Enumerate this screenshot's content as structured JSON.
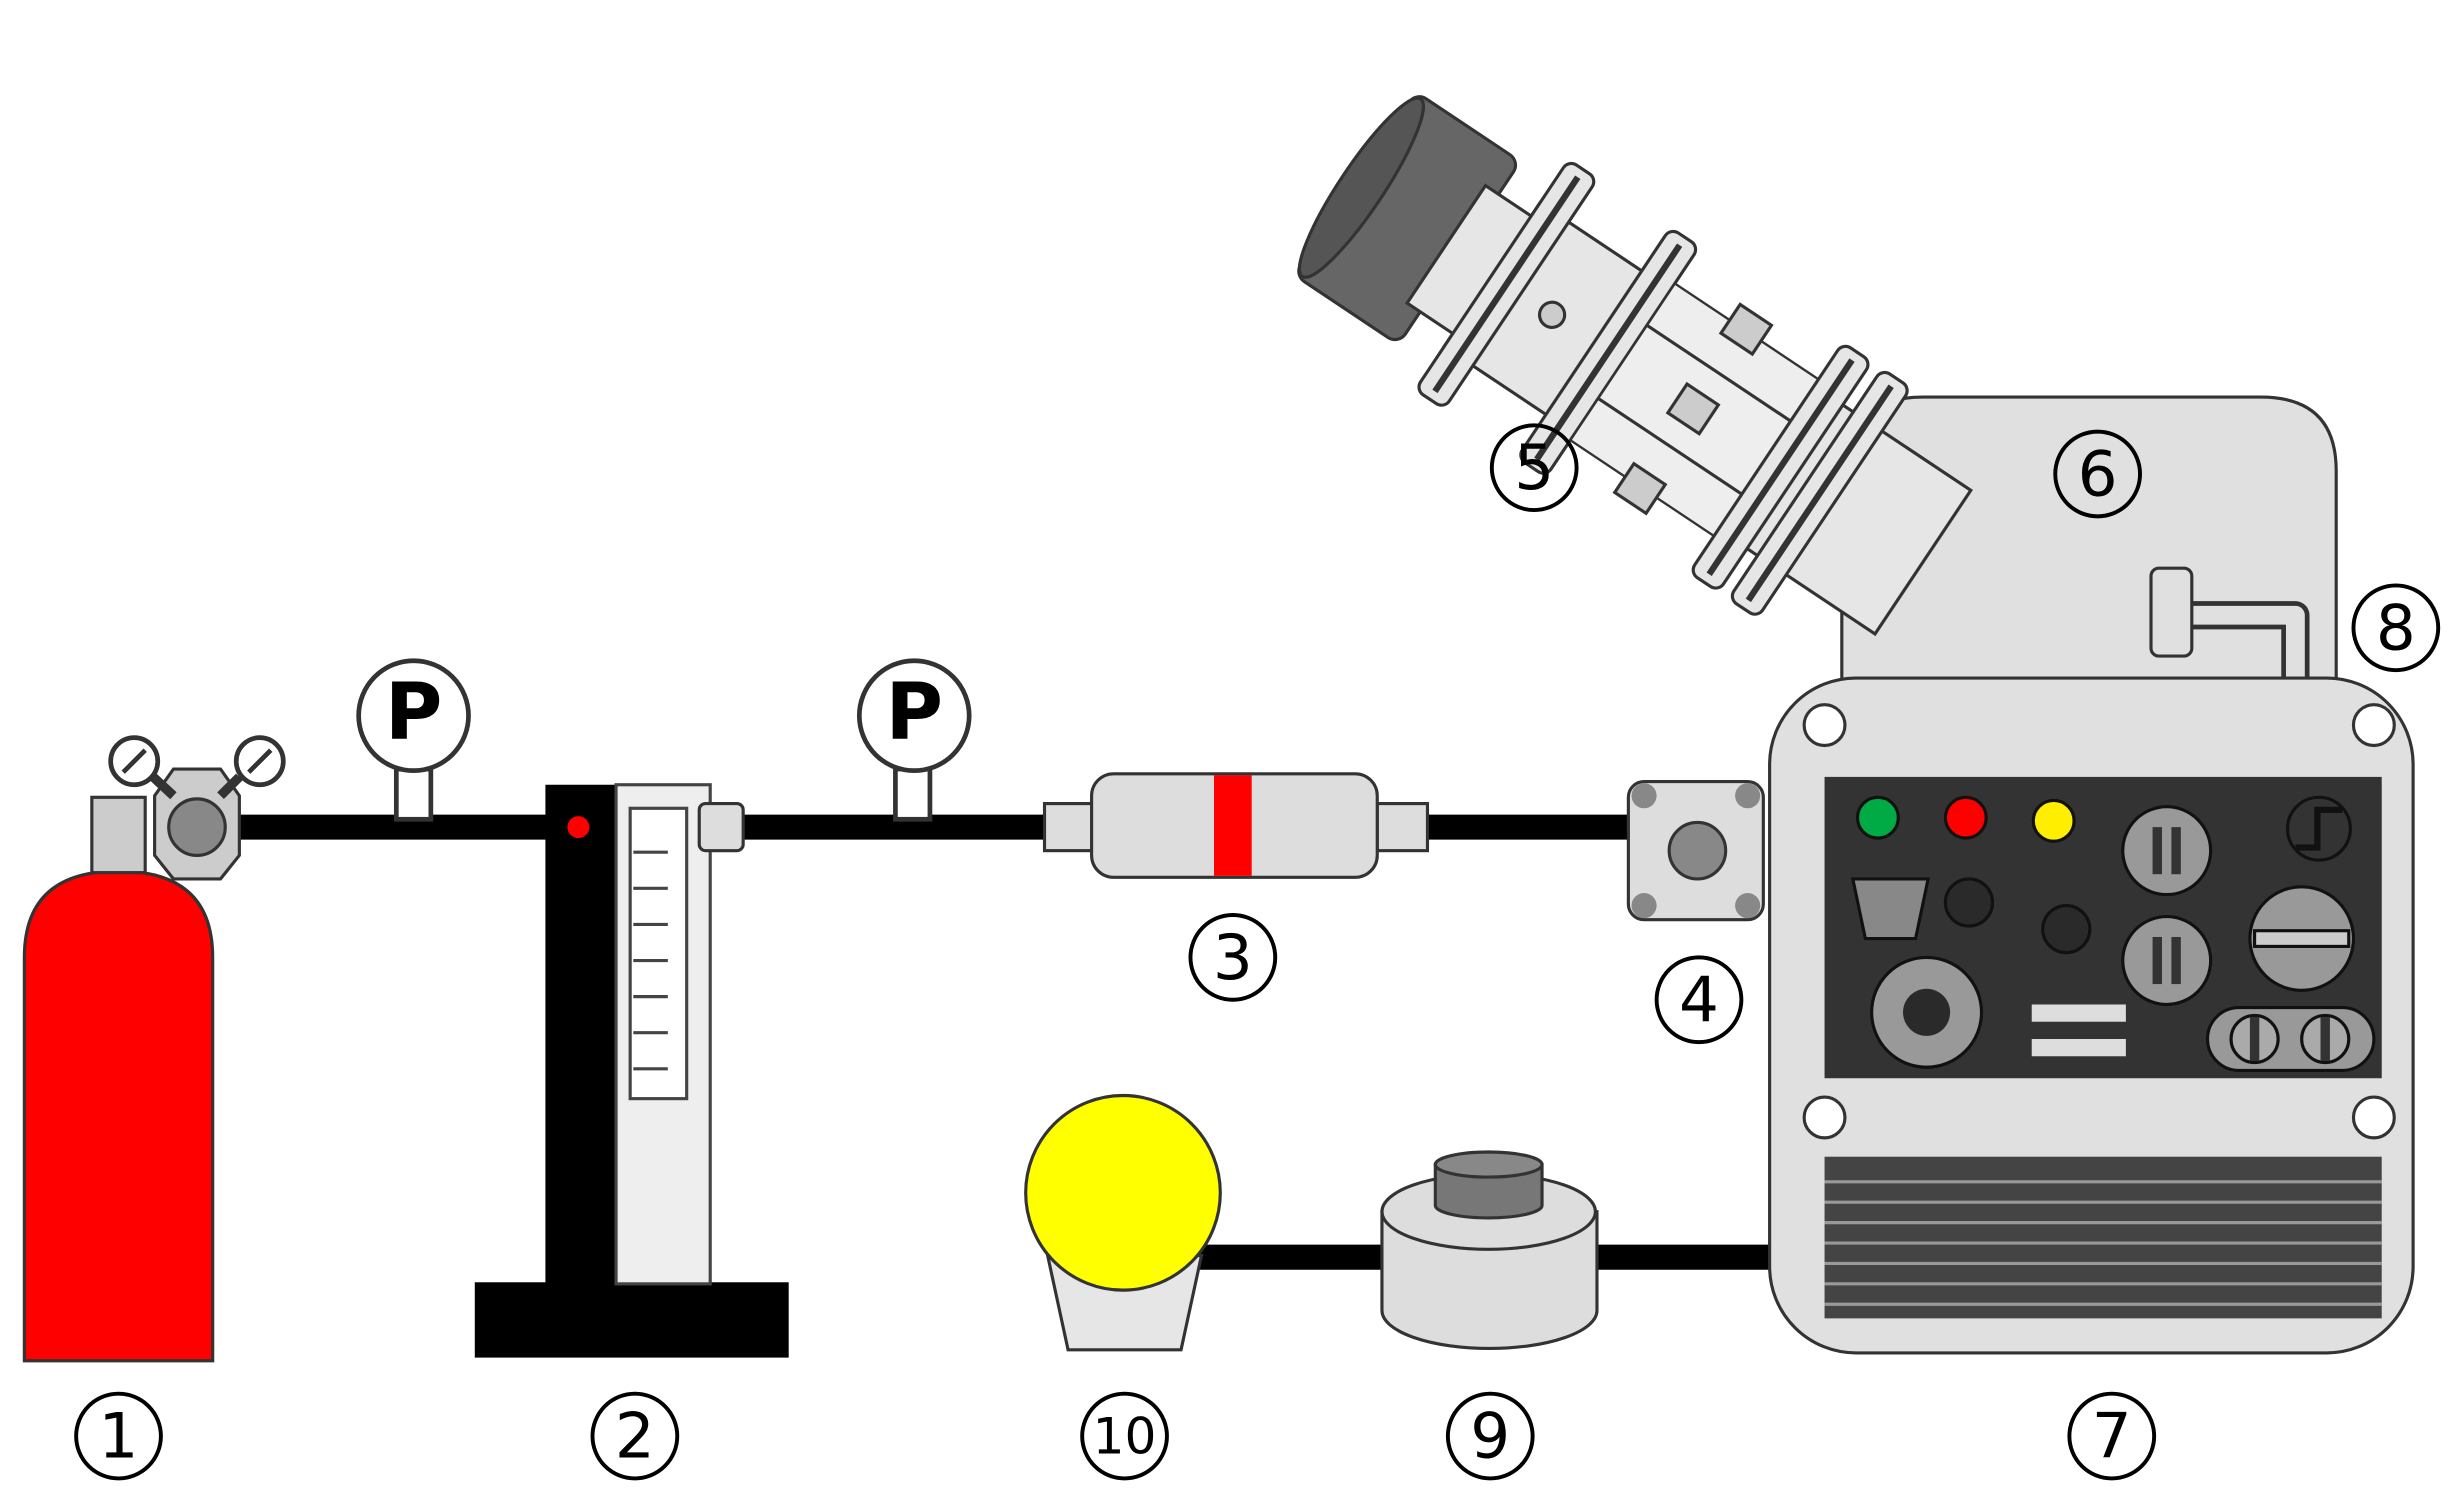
{
  "labels": {
    "n1": "1",
    "n2": "2",
    "n3": "3",
    "n4": "4",
    "n5": "5",
    "n6": "6",
    "n7": "7",
    "n8": "8",
    "n9": "9",
    "n10": "10"
  },
  "gauges": {
    "gauge1": "P",
    "gauge2": "P"
  },
  "colors": {
    "cylinder": "#ff0000",
    "filter_band": "#ff0000",
    "panel_green": "#00aa44",
    "panel_red": "#ff0000",
    "panel_yellow": "#ffee00",
    "trap_bulb": "#ffff00",
    "line": "#000000",
    "body_gray": "#e0e0e0"
  }
}
